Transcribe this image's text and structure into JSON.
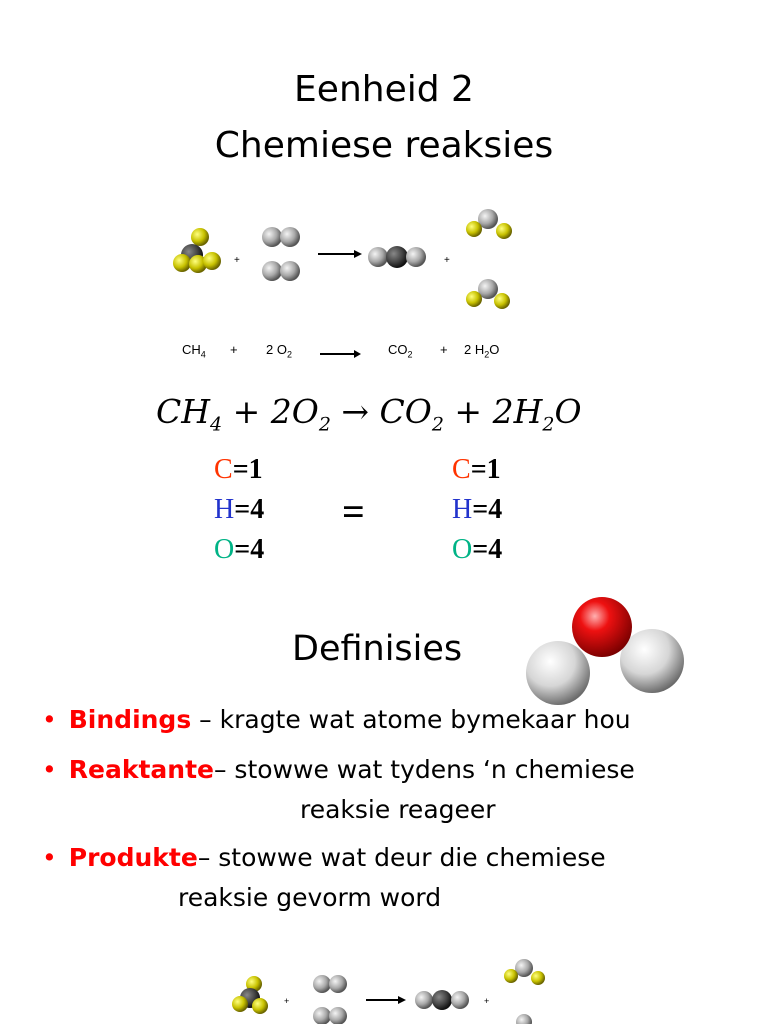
{
  "header": {
    "line1": "Eenheid 2",
    "line2": "Chemiese reaksies"
  },
  "reaction": {
    "plus": "+",
    "formula_text": {
      "ch4": "CH",
      "ch4_sub": "4",
      "o2_coef": "2 O",
      "o2_sub": "2",
      "co2": "CO",
      "co2_sub": "2",
      "h2o": "2 H",
      "h2o_sub": "2",
      "h2o_end": "O"
    },
    "equation": {
      "ch": "CH",
      "sub4": "4",
      "plus1": " + 2O",
      "sub2a": "2",
      "arrow": " → CO",
      "sub2b": "2",
      "plus2": " + 2H",
      "sub2c": "2",
      "o": "O"
    }
  },
  "balance": {
    "left": [
      {
        "symbol": "C",
        "value": "=1",
        "color": "#ff3300"
      },
      {
        "symbol": "H",
        "value": "=4",
        "color": "#2233cc"
      },
      {
        "symbol": "O",
        "value": "=4",
        "color": "#00b386"
      }
    ],
    "equals": "=",
    "right": [
      {
        "symbol": "C",
        "value": "=1",
        "color": "#ff3300"
      },
      {
        "symbol": "H",
        "value": "=4",
        "color": "#2233cc"
      },
      {
        "symbol": "O",
        "value": "=4",
        "color": "#00b386"
      }
    ]
  },
  "definitions": {
    "title": "Definisies",
    "bullet_char": "•",
    "items": [
      {
        "term": "Bindings",
        "text": " – kragte wat atome bymekaar hou",
        "continuation": ""
      },
      {
        "term": "Reaktante",
        "text": "–  stowwe wat tydens ‘n chemiese",
        "continuation": "reaksie reageer"
      },
      {
        "term": "Produkte",
        "text": "– stowwe wat deur die chemiese",
        "continuation": "reaksie gevorm word"
      }
    ]
  },
  "colors": {
    "accent_red": "#ff0000",
    "carbon_yellow": "#c8c200",
    "oxygen_gray": "#b0b0b0"
  }
}
